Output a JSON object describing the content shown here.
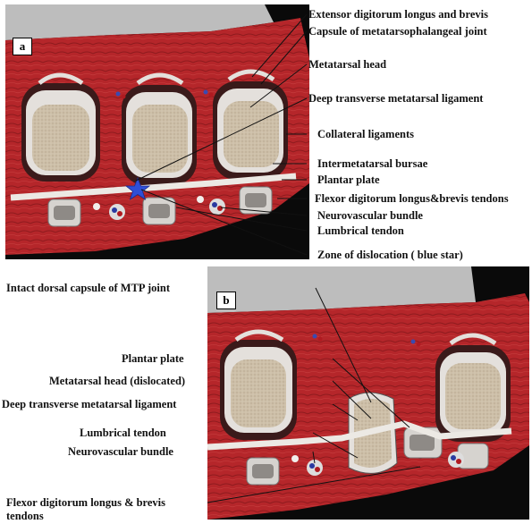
{
  "panel_a": {
    "letter": "a",
    "labels": [
      "Extensor digitorum longus and brevis",
      "Capsule of metatarsophalangeal joint",
      "Metatarsal head",
      "Deep transverse metatarsal ligament",
      "Collateral ligaments",
      "Intermetatarsal bursae",
      "Plantar plate",
      "Flexor digitorum longus&brevis tendons",
      "Neurovascular bundle",
      "Lumbrical tendon",
      "Zone of dislocation ( blue star)"
    ]
  },
  "panel_b": {
    "letter": "b",
    "labels": [
      "Intact dorsal capsule of MTP joint",
      "Plantar plate",
      "Metatarsal head (dislocated)",
      "Deep transverse metatarsal ligament",
      "Lumbrical tendon",
      "Neurovascular bundle",
      "Flexor digitorum longus & brevis",
      "tendons"
    ]
  },
  "colors": {
    "muscle": "#b5262a",
    "muscle_dark": "#7a1416",
    "bone": "#c9bca6",
    "capsule": "#e4e0dc",
    "star": "#2f4fd6",
    "background_dark": "#0a0a0a",
    "background_grey": "#bdbdbd"
  }
}
